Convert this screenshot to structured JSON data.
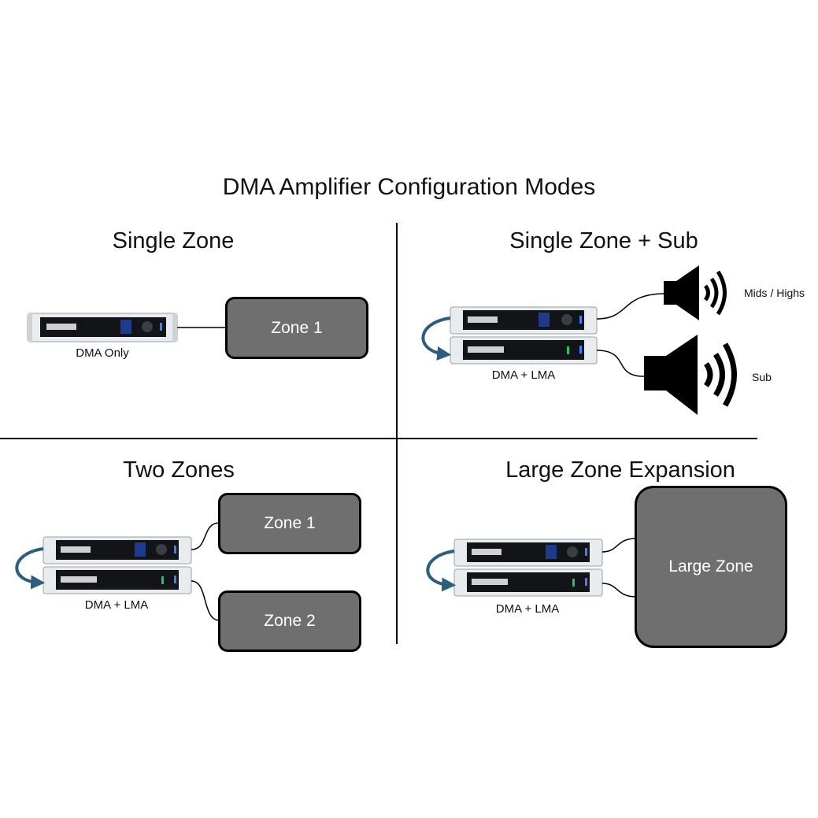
{
  "diagram": {
    "title": "DMA Amplifier Configuration Modes",
    "quadrants": {
      "single_zone": {
        "heading": "Single Zone",
        "device_label": "DMA Only",
        "zone_label": "Zone 1"
      },
      "single_zone_sub": {
        "heading": "Single Zone + Sub",
        "device_label": "DMA + LMA",
        "speaker_mids_label": "Mids / Highs",
        "speaker_sub_label": "Sub"
      },
      "two_zones": {
        "heading": "Two Zones",
        "device_label": "DMA + LMA",
        "zone1_label": "Zone 1",
        "zone2_label": "Zone 2"
      },
      "large_zone": {
        "heading": "Large Zone Expansion",
        "device_label": "DMA + LMA",
        "zone_label": "Large Zone"
      }
    },
    "colors": {
      "zone_fill": "#6f6f6f",
      "arrow": "#2b5f80",
      "unit_body": "#e9ecef",
      "unit_face": "#121418",
      "led": "#22c55e"
    }
  }
}
